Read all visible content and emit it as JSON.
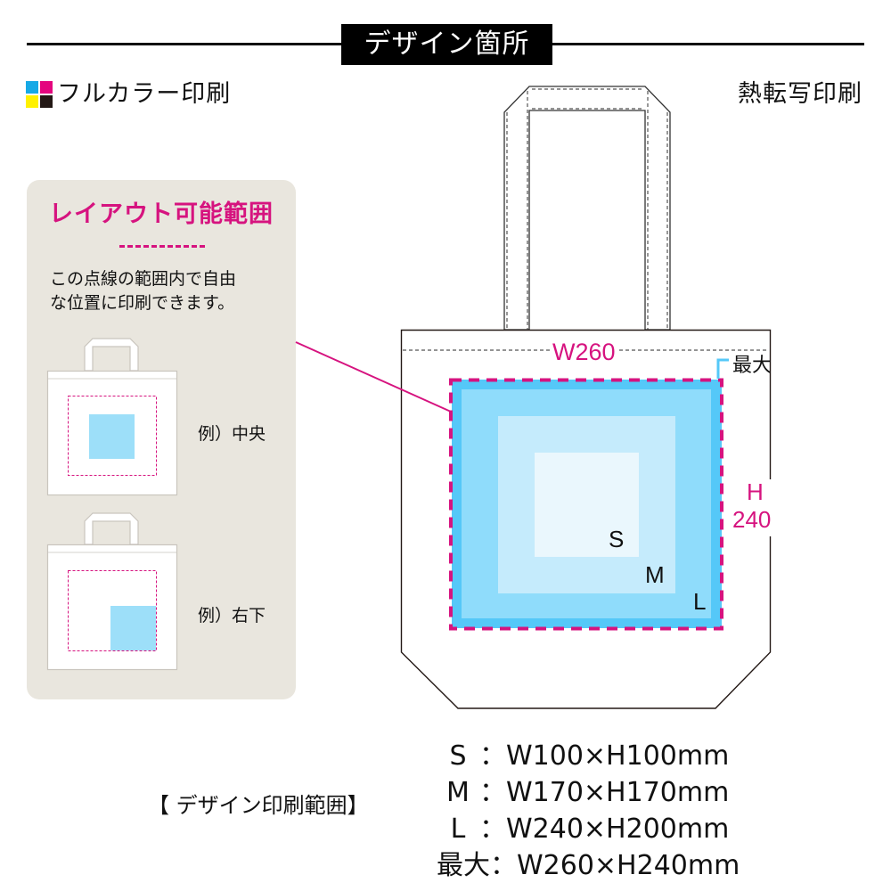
{
  "header": {
    "title": "デザイン箇所"
  },
  "print_methods": {
    "full_color": {
      "label": "フルカラー印刷",
      "icon": "cmyk-swatch-icon",
      "colors": [
        "#16a9e6",
        "#e4057e",
        "#fff100",
        "#231815"
      ]
    },
    "heat_transfer": {
      "label": "熱転写印刷"
    }
  },
  "layout_panel": {
    "title": "レイアウト可能範囲",
    "description_line1": "この点線の範囲内で自由",
    "description_line2": "な位置に印刷できます。",
    "examples": [
      {
        "label": "例）中央"
      },
      {
        "label": "例）右下"
      }
    ]
  },
  "bag_diagram": {
    "width_label": "W260",
    "max_label": "最大",
    "height_label_1": "H",
    "height_label_2": "240",
    "size_labels": {
      "s": "S",
      "m": "M",
      "l": "L"
    },
    "colors": {
      "accent": "#d6137f",
      "max_area": "#55c8f8",
      "l_area": "#8fdcfb",
      "m_area": "#c5ebfc",
      "s_area": "#eaf7fd"
    }
  },
  "print_range": {
    "label": "【 デザイン印刷範囲】",
    "rows": [
      {
        "size": "S",
        "sep": "：",
        "dims": "W100×H100mm"
      },
      {
        "size": "M",
        "sep": "：",
        "dims": "W170×H170mm"
      },
      {
        "size": "L",
        "sep": "：",
        "dims": "W240×H200mm"
      },
      {
        "size": "最大",
        "sep": "：",
        "dims": "W260×H240mm"
      }
    ]
  }
}
